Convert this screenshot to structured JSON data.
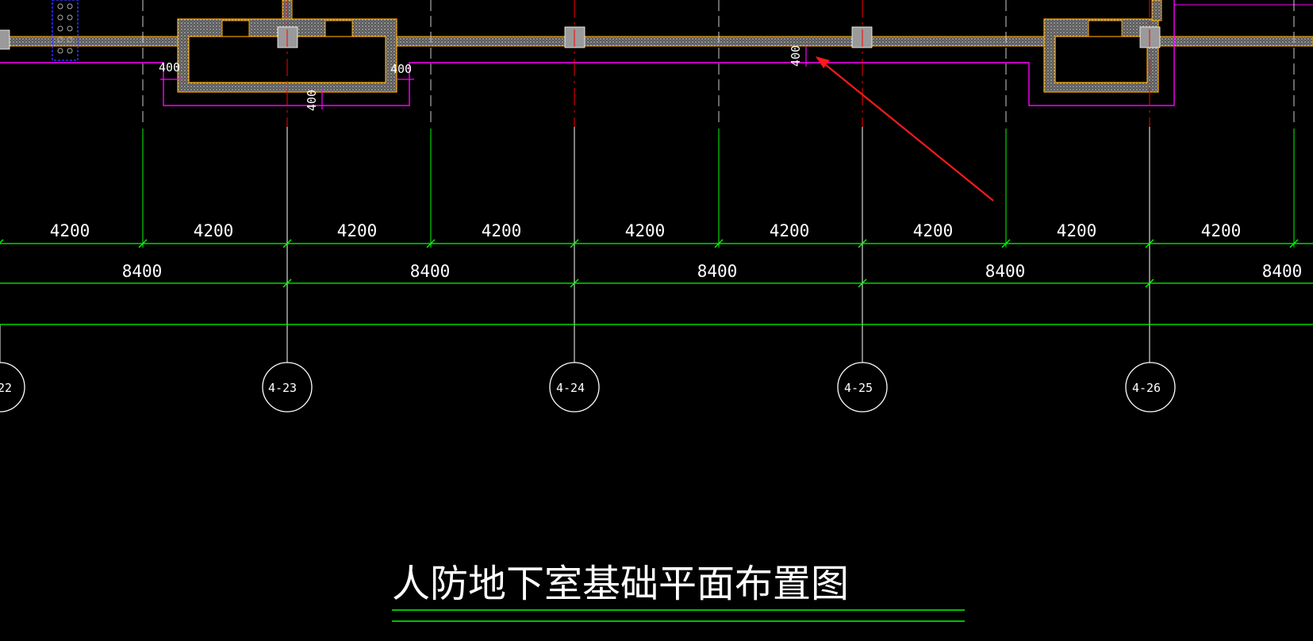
{
  "drawing": {
    "title": "人防地下室基础平面布置图",
    "dims_row1": [
      "4200",
      "4200",
      "4200",
      "4200",
      "4200",
      "4200",
      "4200",
      "4200",
      "4200"
    ],
    "dims_row2": [
      "8400",
      "8400",
      "8400",
      "8400",
      "8400"
    ],
    "local_dims": [
      "400",
      "400",
      "400",
      "400"
    ],
    "axis_labels": [
      "22",
      "4-23",
      "4-24",
      "4-25",
      "4-26"
    ],
    "colors": {
      "background": "#000000",
      "dim_line": "#00ff00",
      "grid_line": "#ffffff",
      "axis_red": "#ff0000",
      "outline": "#ff00ff",
      "wall_edge": "#ffaa00",
      "wall_fill": "#7a7a7a",
      "column": "#9a9a9a",
      "arrow": "#ff1a1a",
      "blue": "#3333ff"
    }
  }
}
